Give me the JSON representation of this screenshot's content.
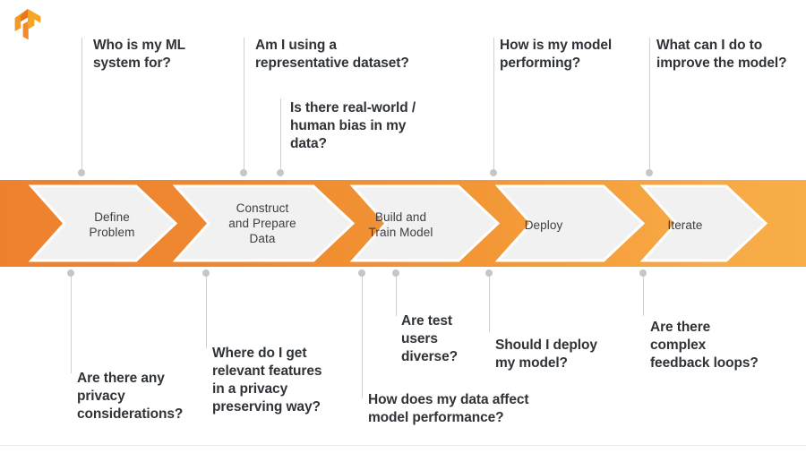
{
  "logo": {
    "name": "tensorflow-logo",
    "colors": {
      "light": "#f6a623",
      "mid": "#ef8b2c",
      "dark": "#e8751a"
    }
  },
  "theme": {
    "banner_left": "#ee812e",
    "banner_right": "#f8ad48",
    "chevron_fill": "#f1f1f1",
    "chevron_stroke": "#ffffff",
    "connector": "#d0d0d0",
    "dot": "#c6c6c6",
    "text": "#2f3337",
    "step_text": "#3c4043",
    "background": "#ffffff"
  },
  "pipeline": {
    "name": "ml-workflow-pipeline",
    "steps": [
      {
        "id": "define-problem",
        "label": "Define\nProblem"
      },
      {
        "id": "construct-and-prepare-data",
        "label": "Construct\nand Prepare\nData"
      },
      {
        "id": "build-and-train-model",
        "label": "Build and\nTrain Model"
      },
      {
        "id": "deploy",
        "label": "Deploy"
      },
      {
        "id": "iterate",
        "label": "Iterate"
      }
    ]
  },
  "callouts_above": [
    {
      "id": "who-is-my-ml-system-for",
      "text": "Who is my ML\nsystem for?"
    },
    {
      "id": "am-i-using-a-representative-dataset",
      "text": "Am I using a\nrepresentative dataset?"
    },
    {
      "id": "is-there-real-world-human-bias",
      "text": "Is there real-world /\nhuman bias in my\ndata?"
    },
    {
      "id": "how-is-my-model-performing",
      "text": "How is my model\nperforming?"
    },
    {
      "id": "what-can-i-do-to-improve-the-model",
      "text": "What can I do to\nimprove the model?"
    }
  ],
  "callouts_below": [
    {
      "id": "are-there-any-privacy-considerations",
      "text": "Are there any\nprivacy\nconsiderations?"
    },
    {
      "id": "where-do-i-get-relevant-features",
      "text": "Where do I get\nrelevant features\nin a privacy\npreserving way?"
    },
    {
      "id": "are-test-users-diverse",
      "text": "Are test\nusers\ndiverse?"
    },
    {
      "id": "how-does-my-data-affect-model-performance",
      "text": "How does my data affect\nmodel performance?"
    },
    {
      "id": "should-i-deploy-my-model",
      "text": "Should I deploy\nmy model?"
    },
    {
      "id": "are-there-complex-feedback-loops",
      "text": "Are there\ncomplex\nfeedback loops?"
    }
  ]
}
